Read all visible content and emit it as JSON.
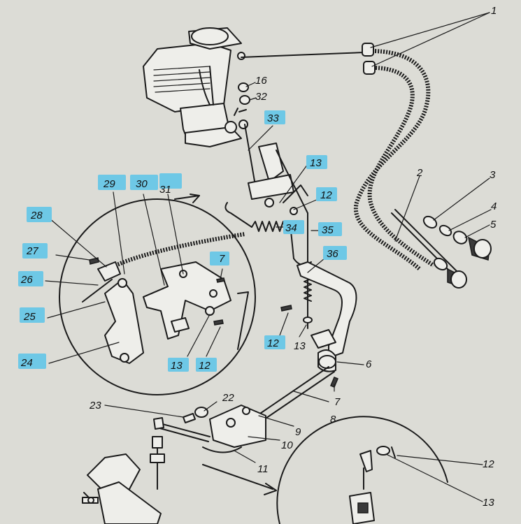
{
  "labels": {
    "l1": "1",
    "l2": "2",
    "l3": "3",
    "l4": "4",
    "l5": "5",
    "l6": "6",
    "l7a": "7",
    "l7b": "7",
    "l8": "8",
    "l9": "9",
    "l10": "10",
    "l11": "11",
    "l12a": "12",
    "l12b": "12",
    "l12c": "12",
    "l12d": "12",
    "l13a": "13",
    "l13b": "13",
    "l13c": "13",
    "l13d": "13",
    "l16": "16",
    "l22": "22",
    "l23": "23",
    "l24": "24",
    "l25": "25",
    "l26": "26",
    "l27": "27",
    "l28": "28",
    "l29": "29",
    "l30": "30",
    "l31": "31",
    "l32": "32",
    "l33": "33",
    "l34": "34",
    "l35": "35",
    "l36": "36"
  },
  "colors": {
    "paper": "#dcdcd6",
    "ink": "#1b1b1b",
    "highlight": "#6ec8e6"
  }
}
